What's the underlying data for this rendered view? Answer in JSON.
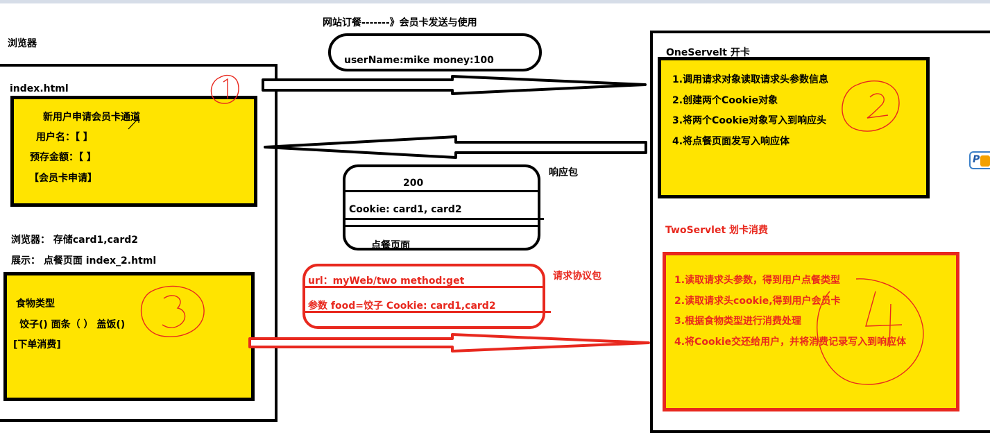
{
  "title": "网站订餐-------》会员卡发送与使用",
  "browser_label": "浏览器",
  "index_html_label": "index.html",
  "annotations": {
    "one": "1",
    "two": "2",
    "three": "3",
    "four": "4"
  },
  "form1": {
    "heading": "新用户申请会员卡通道",
    "username_field": "用户名：【        】",
    "deposit_field": "预存金额：【        】",
    "submit": "【会员卡申请】"
  },
  "browser_store": "浏览器：  存储card1,card2",
  "display_line": "展示：   点餐页面   index_2.html",
  "form2": {
    "heading": "食物类型",
    "options": "饺子()    面条（ ）    盖饭()",
    "submit": "[下单消费]"
  },
  "request_top": "userName:mike  money:100",
  "response_packet": {
    "status": "200",
    "cookie": "Cookie: card1, card2",
    "body": "点餐页面",
    "label": "响应包"
  },
  "request_packet": {
    "url": "url：myWeb/two   method:get",
    "params": "参数 food=饺子   Cookie: card1,card2",
    "label": "请求协议包"
  },
  "one_servlet": {
    "title": "OneServelt  开卡",
    "steps": [
      "1.调用请求对象读取请求头参数信息",
      "2.创建两个Cookie对象",
      "3.将两个Cookie对象写入到响应头",
      "4.将点餐页面发写入响应体"
    ]
  },
  "two_servlet": {
    "title": "TwoServlet     划卡消费",
    "steps": [
      "1.读取请求头参数，得到用户点餐类型",
      "2.读取请求头cookie,得到用户会员卡",
      "3.根据食物类型进行消费处理",
      "4.将Cookie交还给用户，并将消费记录写入到响应体"
    ]
  },
  "colors": {
    "yellow": "#ffe400",
    "red": "#e8281e",
    "black": "#000000"
  }
}
